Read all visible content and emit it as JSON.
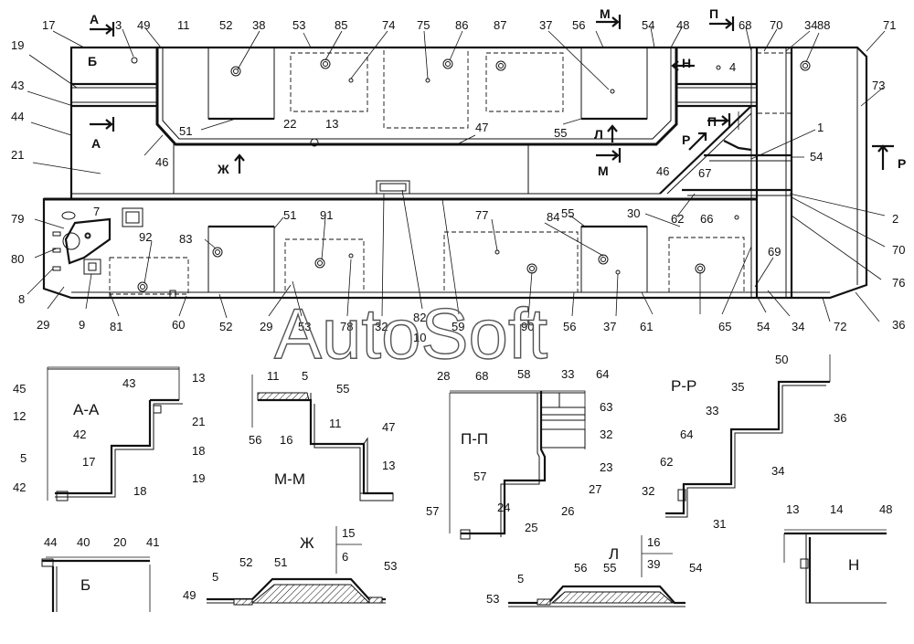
{
  "watermark": "AutoSoft",
  "main_callouts": [
    "17",
    "3",
    "49",
    "11",
    "52",
    "38",
    "53",
    "85",
    "74",
    "75",
    "86",
    "87",
    "37",
    "56",
    "54",
    "48",
    "68",
    "70",
    "34",
    "88",
    "71",
    "19",
    "43",
    "44",
    "21",
    "73",
    "4",
    "51",
    "13",
    "22",
    "47",
    "55",
    "46",
    "46",
    "67",
    "1",
    "54",
    "2",
    "70",
    "76",
    "36",
    "79",
    "7",
    "80",
    "8",
    "92",
    "83",
    "51",
    "91",
    "77",
    "84",
    "55",
    "30",
    "62",
    "66",
    "69",
    "29",
    "9",
    "81",
    "60",
    "52",
    "29",
    "53",
    "78",
    "32",
    "82",
    "10",
    "59",
    "90",
    "56",
    "37",
    "61",
    "65",
    "54",
    "34",
    "72"
  ],
  "section_marks": [
    "А",
    "Б",
    "А",
    "Ж",
    "М",
    "М",
    "Н",
    "П",
    "Л",
    "Р",
    "Р",
    "П"
  ],
  "detail_titles": [
    "А-А",
    "М-М",
    "П-П",
    "Р-Р",
    "Б",
    "Ж",
    "Л",
    "Н"
  ],
  "detail_callouts": {
    "aa": [
      "45",
      "13",
      "12",
      "43",
      "21",
      "42",
      "18",
      "19",
      "5",
      "17",
      "42",
      "18"
    ],
    "mm": [
      "11",
      "5",
      "55",
      "56",
      "16",
      "11",
      "47",
      "13"
    ],
    "pp": [
      "28",
      "68",
      "58",
      "33",
      "64",
      "63",
      "32",
      "23",
      "27",
      "57",
      "26",
      "24",
      "25",
      "57"
    ],
    "rr": [
      "50",
      "35",
      "36",
      "33",
      "64",
      "34",
      "62",
      "32",
      "31"
    ],
    "b": [
      "44",
      "40",
      "20",
      "41"
    ],
    "zh": [
      "15",
      "6",
      "52",
      "51",
      "5",
      "49",
      "53"
    ],
    "l": [
      "16",
      "39",
      "56",
      "55",
      "5",
      "53",
      "54"
    ],
    "n": [
      "13",
      "14",
      "48"
    ]
  }
}
